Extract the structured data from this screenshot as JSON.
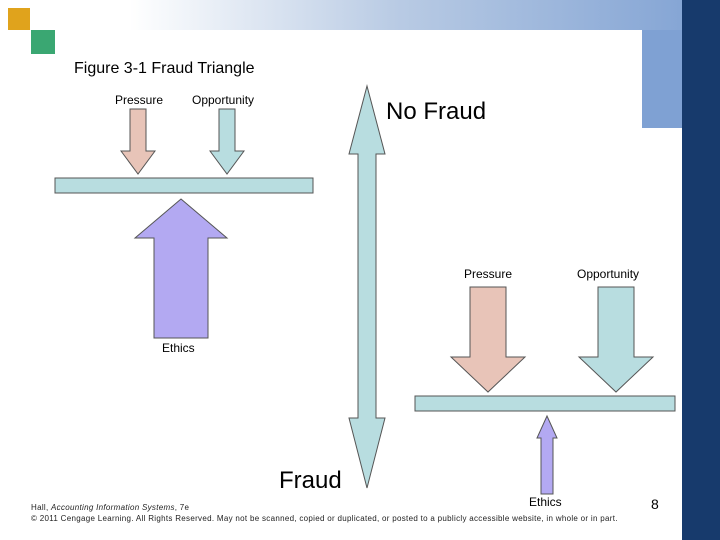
{
  "figure_title": "Figure 3-1 Fraud Triangle",
  "labels": {
    "top_pressure": "Pressure",
    "top_opportunity": "Opportunity",
    "top_ethics": "Ethics",
    "no_fraud": "No Fraud",
    "fraud": "Fraud",
    "bottom_pressure": "Pressure",
    "bottom_opportunity": "Opportunity",
    "bottom_ethics": "Ethics"
  },
  "footer": {
    "citation_author": "Hall, ",
    "citation_title": "Accounting Information Systems",
    "citation_edition": ", 7e",
    "copyright": "© 2011 Cengage Learning. All Rights Reserved. May not be scanned, copied or duplicated, or posted to a publicly accessible website, in whole or in part."
  },
  "page_number": "8",
  "colors": {
    "pressure_fill": "#e8c4b8",
    "opportunity_fill": "#b8dde0",
    "ethics_fill": "#b3a9f2",
    "beam_fill": "#b8dde0",
    "double_arrow_fill": "#b8dde0",
    "right_bar": "#173a6c",
    "top_gradient": "#7fa1d3",
    "square_orange": "#e0a31c",
    "square_green": "#3aa772"
  }
}
